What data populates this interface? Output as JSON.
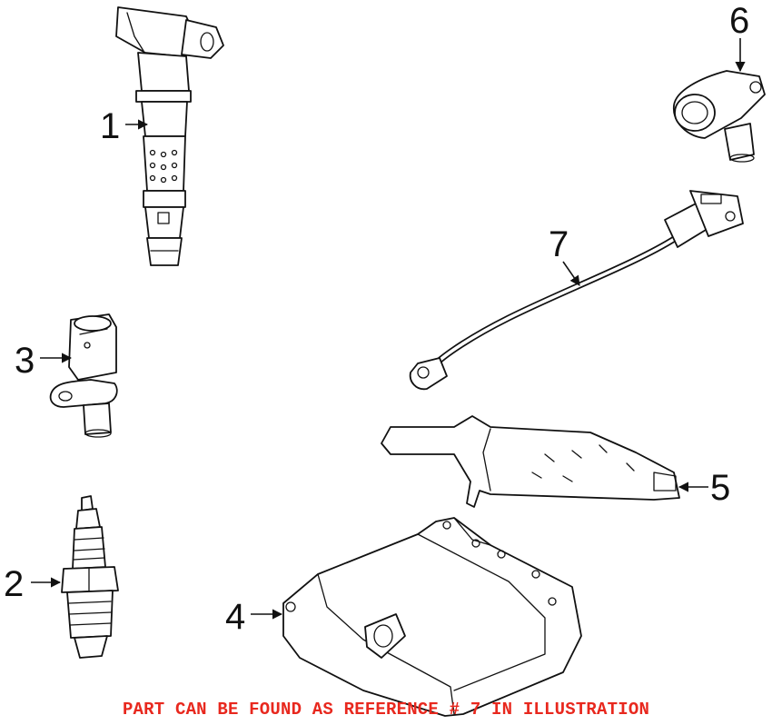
{
  "callouts": {
    "c1": "1",
    "c2": "2",
    "c3": "3",
    "c4": "4",
    "c5": "5",
    "c6": "6",
    "c7": "7"
  },
  "footer_note": "PART CAN BE FOUND AS REFERENCE # 7 IN ILLUSTRATION",
  "colors": {
    "note_red": "#e8281e",
    "line": "#111111",
    "background": "#ffffff"
  }
}
